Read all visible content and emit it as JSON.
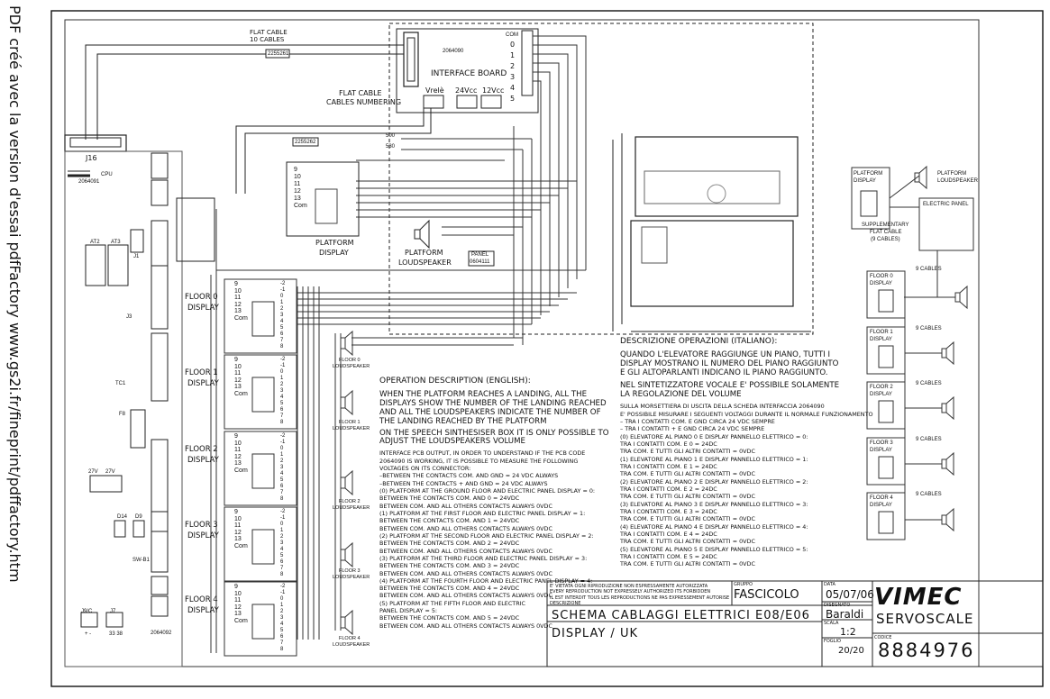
{
  "watermark": "PDF créé avec la version d'essai pdfFactory www.gs2i.fr/fineprint/pdffactory.htm",
  "flat_cable": {
    "label1": "FLAT CABLE",
    "label2": "10 CABLES",
    "code": "2255261"
  },
  "interface_board": {
    "title": "INTERFACE BOARD",
    "code": "2064090",
    "com": "COM",
    "pins": [
      "0",
      "1",
      "2",
      "3",
      "4",
      "5"
    ],
    "vrele": "Vrelè",
    "v24": "24Vcc",
    "v12": "12Vcc"
  },
  "flat_cable_numbering": {
    "line1": "FLAT CABLE",
    "line2": "CABLES NUMBERING"
  },
  "j16": "J16",
  "cpu": {
    "label": "CPU",
    "code": "2064091"
  },
  "cable_2255262": "2255262",
  "wire_500": "500",
  "wire_530": "530",
  "platform_display": {
    "line1": "PLATFORM",
    "line2": "DISPLAY",
    "terminals": [
      "9",
      "10",
      "11",
      "12",
      "13",
      "Com"
    ]
  },
  "platform_loudspeaker": {
    "line1": "PLATFORM",
    "line2": "LOUDSPEAKER"
  },
  "panel": {
    "label": "PANEL",
    "code": "0604111"
  },
  "floors": [
    {
      "line1": "FLOOR 0",
      "line2": "DISPLAY"
    },
    {
      "line1": "FLOOR 1",
      "line2": "DISPLAY"
    },
    {
      "line1": "FLOOR 2",
      "line2": "DISPLAY"
    },
    {
      "line1": "FLOOR 3",
      "line2": "DISPLAY"
    },
    {
      "line1": "FLOOR 4",
      "line2": "DISPLAY"
    }
  ],
  "floor_terminals": [
    "9",
    "10",
    "11",
    "12",
    "13",
    "Com"
  ],
  "floor_right_terminals": [
    "-2",
    "-1",
    "0",
    "1",
    "2",
    "3",
    "4",
    "5",
    "6",
    "7",
    "8"
  ],
  "loudspeakers": [
    {
      "line1": "FLOOR 0",
      "line2": "LOUDSPEAKER"
    },
    {
      "line1": "FLOOR 1",
      "line2": "LOUDSPEAKER"
    },
    {
      "line1": "FLOOR 2",
      "line2": "LOUDSPEAKER"
    },
    {
      "line1": "FLOOR 3",
      "line2": "LOUDSPEAKER"
    },
    {
      "line1": "FLOOR 4",
      "line2": "LOUDSPEAKER"
    }
  ],
  "board_labels": {
    "at2": "AT2",
    "at3": "AT3",
    "tc1": "TC1",
    "f8": "F8",
    "j3": "J3",
    "j1": "J1",
    "v27a": "27V",
    "v27b": "27V",
    "d14": "D14",
    "d9": "D9",
    "swb1": "SW-B1",
    "j7": "J7",
    "j9": "J9/C",
    "terms": "33  38",
    "pm": "+  -",
    "code": "2064092"
  },
  "operation_description": {
    "title": "OPERATION DESCRIPTION (ENGLISH):",
    "p1": "WHEN THE PLATFORM REACHES A LANDING, ALL THE DISPLAYS SHOW THE NUMBER OF THE LANDING REACHED AND ALL THE LOUDSPEAKERS INDICATE THE NUMBER OF THE LANDING REACHED BY THE PLATFORM",
    "p2": "ON THE SPEECH SINTHESISER BOX IT IS ONLY POSSIBLE TO ADJUST THE LOUDSPEAKERS VOLUME",
    "lines": [
      "INTERFACE PCB OUTPUT, IN ORDER TO UNDERSTAND IF THE PCB CODE",
      "2064090 IS WORKING, IT IS POSSIBLE TO MEASURE THE FOLLOWING",
      "VOLTAGES ON ITS CONNECTOR:",
      "–BETWEEN THE CONTACTS COM. AND GND = 24 VDC ALWAYS",
      "–BETWEEN THE CONTACTS + AND GND = 24 VDC ALWAYS",
      "(0) PLATFORM AT THE GROUND FLOOR AND ELECTRIC PANEL DISPLAY = 0:",
      "BETWEEN THE CONTACTS COM. AND 0 = 24VDC",
      "BETWEEN COM. AND ALL OTHERS CONTACTS ALWAYS 0VDC",
      "(1) PLATFORM AT THE FIRST FLOOR AND ELECTRIC PANEL DISPLAY = 1:",
      "BETWEEN THE CONTACTS COM. AND 1 = 24VDC",
      "BETWEEN COM. AND ALL OTHERS CONTACTS ALWAYS 0VDC",
      "(2) PLATFORM AT THE SECOND FLOOR AND ELECTRIC PANEL DISPLAY = 2:",
      "BETWEEN THE CONTACTS COM. AND 2 = 24VDC",
      "BETWEEN COM. AND ALL OTHERS CONTACTS ALWAYS 0VDC",
      "(3) PLATFORM AT THE THIRD FLOOR AND ELECTRIC PANEL DISPLAY = 3:",
      "BETWEEN THE CONTACTS COM. AND 3 = 24VDC",
      "BETWEEN COM. AND ALL OTHERS CONTACTS ALWAYS 0VDC",
      "(4) PLATFORM AT THE FOURTH FLOOR AND ELECTRIC PANEL DISPLAY = 4:",
      "BETWEEN THE CONTACTS COM. AND 4 = 24VDC",
      "BETWEEN COM. AND ALL OTHERS CONTACTS ALWAYS 0VDC",
      "(5) PLATFORM AT THE FIFTH FLOOR AND ELECTRIC",
      "PANEL DISPLAY = 5:",
      "BETWEEN THE CONTACTS COM. AND 5 = 24VDC",
      "BETWEEN COM. AND ALL OTHERS CONTACTS ALWAYS 0VDC"
    ]
  },
  "descrizione": {
    "title": "DESCRIZIONE OPERAZIONI (ITALIANO):",
    "p1": "QUANDO L'ELEVATORE RAGGIUNGE UN PIANO, TUTTI I DISPLAY MOSTRANO IL NUMERO DEL PIANO RAGGIUNTO E GLI ALTOPARLANTI INDICANO IL PIANO RAGGIUNTO.",
    "p2": "NEL SINTETIZZATORE VOCALE E' POSSIBILE SOLAMENTE LA REGOLAZIONE DEL VOLUME",
    "lines": [
      "SULLA MORSETTIERA DI USCITA DELLA SCHEDA INTERFACCIA 2064090",
      "E' POSSIBILE MISURARE I SEGUENTI VOLTAGGI DURANTE IL NORMALE FUNZIONAMENTO",
      "– TRA I CONTATTI COM. E GND CIRCA 24 VDC SEMPRE",
      "– TRA I CONTATTI + E GND CIRCA 24 VDC SEMPRE",
      "(0) ELEVATORE AL PIANO 0 E DISPLAY PANNELLO ELETTRICO = 0:",
      "TRA I CONTATTI COM. E 0 = 24DC",
      "TRA COM. E TUTTI GLI ALTRI CONTATTI = 0VDC",
      "(1) ELEVATORE AL PIANO 1 E DISPLAY PANNELLO ELETTRICO = 1:",
      "TRA I CONTATTI COM. E 1 = 24DC",
      "TRA COM. E TUTTI GLI ALTRI CONTATTI = 0VDC",
      "(2) ELEVATORE AL PIANO 2 E DISPLAY PANNELLO ELETTRICO = 2:",
      "TRA I CONTATTI COM. E 2 = 24DC",
      "TRA COM. E TUTTI GLI ALTRI CONTATTI = 0VDC",
      "(3) ELEVATORE AL PIANO 3 E DISPLAY PANNELLO ELETTRICO = 3:",
      "TRA I CONTATTI COM. E 3 = 24DC",
      "TRA COM. E TUTTI GLI ALTRI CONTATTI = 0VDC",
      "(4) ELEVATORE AL PIANO 4 E DISPLAY PANNELLO ELETTRICO = 4:",
      "TRA I CONTATTI COM. E 4 = 24DC",
      "TRA COM. E TUTTI GLI ALTRI CONTATTI = 0VDC",
      "(5) ELEVATORE AL PIANO 5 E DISPLAY PANNELLO ELETTRICO = 5:",
      "TRA I CONTATTI COM. E 5 = 24DC",
      "TRA COM. E TUTTI GLI ALTRI CONTATTI = 0VDC"
    ]
  },
  "right_panel": {
    "platform_display": {
      "line1": "PLATFORM",
      "line2": "DISPLAY"
    },
    "platform_loudspeaker": {
      "line1": "PLATFORM",
      "line2": "LOUDSPEAKER"
    },
    "electric_panel": "ELECTRIC PANEL",
    "supp": {
      "line1": "SUPPLEMENTARY",
      "line2": "FLAT CABLE",
      "line3": "(9 CABLES)"
    },
    "nine_cables": "9 CABLES",
    "floors": [
      {
        "line1": "FLOOR 0",
        "line2": "DISPLAY"
      },
      {
        "line1": "FLOOR 1",
        "line2": "DISPLAY"
      },
      {
        "line1": "FLOOR 2",
        "line2": "DISPLAY"
      },
      {
        "line1": "FLOOR 3",
        "line2": "DISPLAY"
      },
      {
        "line1": "FLOOR 4",
        "line2": "DISPLAY"
      }
    ]
  },
  "title_block": {
    "legal1": "E' VIETATA OGNI RIPRODUZIONE NON ESPRESSAMENTE AUTORIZZATA",
    "legal2": "EVERY REPRODUCTION NOT EXPRESSELY AUTHORIZED ITS FORBIDDEN",
    "legal3": "IL EST INTERDIT TOUS LES REPRODUCTIONS NE PAS EXPRESSEMENT AUTORISE",
    "gruppo_label": "GRUPPO",
    "gruppo": "FASCICOLO",
    "descrizione_label": "DESCRIZIONE",
    "title": "SCHEMA CABLAGGI ELETTRICI E08/E06",
    "subtitle": "DISPLAY / UK",
    "data_label": "DATA",
    "date": "05/07/06",
    "disegnato_label": "DISEGNATO",
    "author": "Baraldi",
    "scala_label": "SCALA",
    "scale": "1:2",
    "foglio_label": "FOGLIO",
    "sheet": "20/20",
    "codice_label": "CODICE",
    "code": "8884976",
    "brand": "VIMEC",
    "brand_sub": "SERVOSCALE"
  }
}
